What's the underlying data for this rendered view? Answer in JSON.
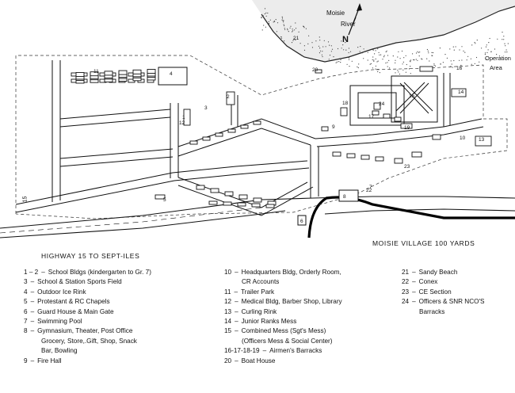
{
  "map": {
    "river_label": [
      "Moisie",
      "River"
    ],
    "north_label": "N",
    "operation_area_label": [
      "Operation",
      "Area"
    ],
    "village_label": "MOISIE VILLAGE 100 YARDS",
    "highway_label": "HIGHWAY 15 TO SEPT-ILES",
    "side_road_label": "15",
    "building_numbers": [
      "1",
      "2",
      "3",
      "4",
      "5",
      "6",
      "7",
      "8",
      "9",
      "10",
      "11",
      "12",
      "13",
      "14",
      "15",
      "16",
      "17",
      "18",
      "19",
      "20",
      "21",
      "22",
      "23",
      "24"
    ]
  },
  "legend": {
    "columns": [
      [
        {
          "num": "1 – 2",
          "lines": [
            "School Bldgs (kindergarten to Gr. 7)"
          ]
        },
        {
          "num": "3",
          "lines": [
            "School & Station Sports Field"
          ]
        },
        {
          "num": "4",
          "lines": [
            "Outdoor Ice Rink"
          ]
        },
        {
          "num": "5",
          "lines": [
            "Protestant & RC Chapels"
          ]
        },
        {
          "num": "6",
          "lines": [
            "Guard House & Main Gate"
          ]
        },
        {
          "num": "7",
          "lines": [
            "Swimming Pool"
          ]
        },
        {
          "num": "8",
          "lines": [
            "Gymnasium, Theater, Post Office",
            "Grocery, Store,.Gift, Shop, Snack",
            "Bar, Bowling"
          ]
        },
        {
          "num": "9",
          "lines": [
            "Fire Hall"
          ]
        }
      ],
      [
        {
          "num": "10",
          "lines": [
            "Headquarters Bldg, Orderly Room,",
            "CR Accounts"
          ]
        },
        {
          "num": "11",
          "lines": [
            "Trailer Park"
          ]
        },
        {
          "num": "12",
          "lines": [
            "Medical Bldg, Barber Shop, Library"
          ]
        },
        {
          "num": "13",
          "lines": [
            "Curling Rink"
          ]
        },
        {
          "num": "14",
          "lines": [
            "Junior Ranks Mess"
          ]
        },
        {
          "num": "15",
          "lines": [
            "Combined Mess (Sgt's Mess)",
            "(Officers Mess & Social Center)"
          ]
        },
        {
          "num": "16-17-18-19",
          "lines": [
            "Airmen's Barracks"
          ]
        },
        {
          "num": "20",
          "lines": [
            "Boat House"
          ]
        }
      ],
      [
        {
          "num": "21",
          "lines": [
            "Sandy Beach"
          ]
        },
        {
          "num": "22",
          "lines": [
            "Conex"
          ]
        },
        {
          "num": "23",
          "lines": [
            "CE Section"
          ]
        },
        {
          "num": "24",
          "lines": [
            "Officers & SNR NCO'S",
            "Barracks"
          ]
        }
      ]
    ]
  }
}
